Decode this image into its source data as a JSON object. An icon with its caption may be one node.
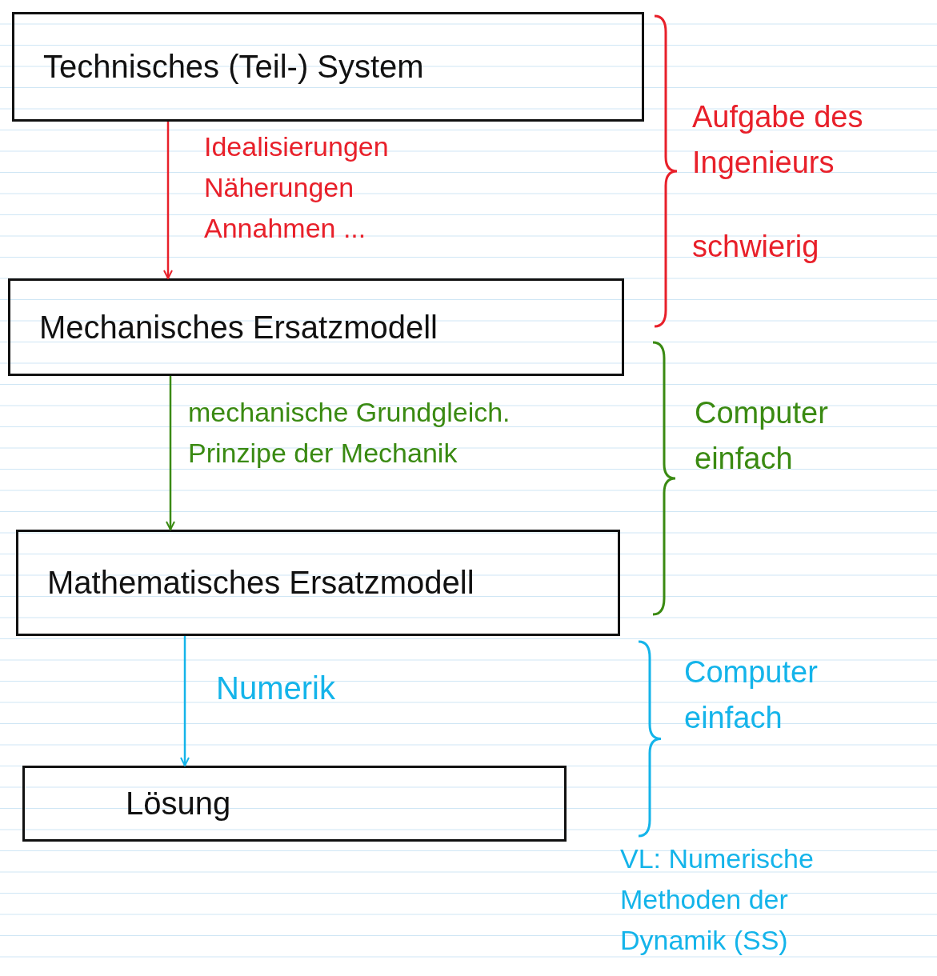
{
  "diagram": {
    "nodes": [
      {
        "text": [
          "Technisches (Teil-) System"
        ]
      },
      {
        "text": [
          "Mechanisches Ersatzmodell"
        ]
      },
      {
        "text": [
          "Mathematisches Ersatzmodell"
        ]
      },
      {
        "text": [
          "Lösung"
        ]
      }
    ],
    "edges": [
      {
        "from": 0,
        "to": 1,
        "arrow": "to",
        "label": "Idealisierungen Näherungen Annahmen ...",
        "color": "#e8202a"
      },
      {
        "from": 1,
        "to": 2,
        "arrow": "to",
        "label": "mechanische Grundgleich. Prinzipe der Mechanik",
        "color": "#3a8a12"
      },
      {
        "from": 2,
        "to": 3,
        "arrow": "to",
        "label": "Numerik",
        "color": "#14b4ea"
      }
    ],
    "labels": [
      "Aufgabe des Ingenieurs",
      "schwierig",
      "Computer einfach",
      "Computer einfach",
      "VL: Numerische Methoden der Dynamik (SS)"
    ]
  }
}
